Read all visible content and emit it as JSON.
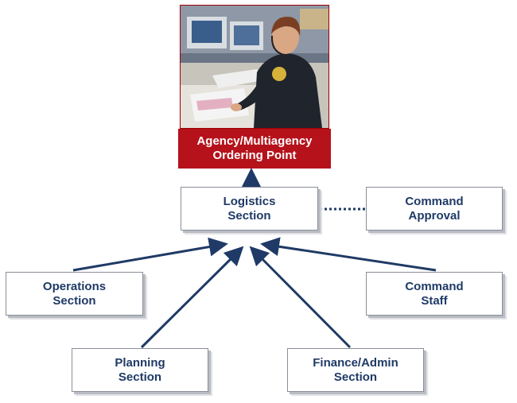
{
  "top": {
    "line1": "Agency/Multiagency",
    "line2": "Ordering Point"
  },
  "nodes": {
    "logistics": {
      "line1": "Logistics",
      "line2": "Section"
    },
    "command_approval": {
      "line1": "Command",
      "line2": "Approval"
    },
    "operations": {
      "line1": "Operations",
      "line2": "Section"
    },
    "command_staff": {
      "line1": "Command",
      "line2": "Staff"
    },
    "planning": {
      "line1": "Planning",
      "line2": "Section"
    },
    "finance": {
      "line1": "Finance/Admin",
      "line2": "Section"
    }
  },
  "colors": {
    "arrow": "#1f3a66",
    "text": "#1f3a66",
    "banner": "#b5121b"
  }
}
